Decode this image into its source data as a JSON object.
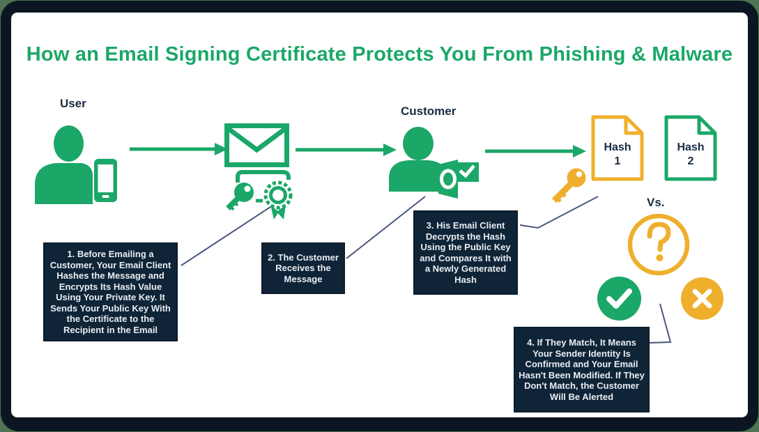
{
  "title": "How an Email Signing Certificate Protects You From Phishing & Malware",
  "actors": {
    "user": "User",
    "customer": "Customer"
  },
  "documents": {
    "hash1": "Hash 1",
    "hash2": "Hash 2"
  },
  "comparison": {
    "vs": "Vs."
  },
  "steps": [
    {
      "text": "1. Before Emailing a Customer, Your Email Client Hashes the Message and Encrypts Its Hash Value Using Your Private Key. It Sends Your Public Key With the Certificate to the Recipient in the Email"
    },
    {
      "text": "2. The Customer Receives the Message"
    },
    {
      "text": "3. His Email Client Decrypts the Hash Using the Public Key and Compares It with a Newly Generated Hash"
    },
    {
      "text": "4. If They Match, It Means Your Sender Identity Is Confirmed and Your Email Hasn't Been Modified. If They Don't Match, the Customer Will Be Alerted"
    }
  ],
  "icons": {
    "user": "person-with-smartphone",
    "email": "envelope",
    "signing": "key-and-certificate-seal",
    "customer": "person-with-outlook-logo",
    "private_key": "yellow-key",
    "hash_documents": "file-with-folded-corner",
    "question": "question-mark-circle",
    "match": "check-circle",
    "mismatch": "cross-circle",
    "flow_arrow": "right-arrow"
  },
  "colors": {
    "green": "#1BA768",
    "yellow": "#EFAF2D",
    "navy": "#0F2437",
    "navy_text": "#162B42",
    "box_text": "#E8EDF3",
    "connector": "#4A567C",
    "frame": "#0B1622",
    "edge_green": "#4E7355",
    "panel": "#FFFFFF"
  }
}
